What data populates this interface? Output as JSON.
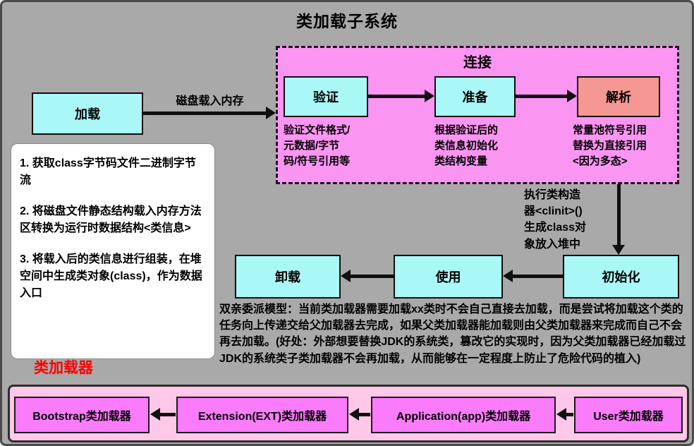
{
  "title": "类加载子系统",
  "flow": {
    "load_label": "加载",
    "disk_arrow_label": "磁盘载入内存",
    "clinit_note": "执行类构造\n器<clinit>()\n生成class对\n象放入堆中",
    "lifecycle": [
      {
        "label": "卸载"
      },
      {
        "label": "使用"
      },
      {
        "label": "初始化"
      }
    ]
  },
  "linking": {
    "title": "连接",
    "stages": [
      {
        "label": "验证",
        "desc": "验证文件格式/\n元数据/字节\n码/符号引用等"
      },
      {
        "label": "准备",
        "desc": "根据验证后的\n类信息初始化\n类结构变量"
      },
      {
        "label": "解析",
        "desc": "常量池符号引用\n替换为直接引用\n<因为多态>"
      }
    ]
  },
  "notes": {
    "items": [
      "1. 获取class字节码文件二进制字节流",
      "2. 将磁盘文件静态结构载入内存方法区转换为运行时数据结构<类信息>",
      "3. 将载入后的类信息进行组装，在堆空间中生成类对象(class)，作为数据入口"
    ]
  },
  "delegation_text": "双亲委派模型：当前类加载器需要加载xx类时不会自己直接去加载，而是尝试将加载这个类的任务向上传递交给父加载器去完成，如果父类加载器能加载则由父类加载器来完成而自己不会再去加载。(好处：外部想要替换JDK的系统类，篡改它的实现时，因为父类加载器已经加载过JDK的系统类子类加载器不会再加载，从而能够在一定程度上防止了危险代码的植入)",
  "classloaders": {
    "section_label": "类加载器",
    "items": [
      {
        "label": "Bootstrap类加载器"
      },
      {
        "label": "Extension(EXT)类加载器"
      },
      {
        "label": "Application(app)类加载器"
      },
      {
        "label": "User类加载器"
      }
    ]
  },
  "colors": {
    "background": "#a9a9a9",
    "stage_cyan": "#aaf7f7",
    "stage_salmon": "#f59792",
    "linking_pink": "#fb95f2",
    "loader_magenta": "#fa7cfa",
    "loader_tray_pink": "#ffc8e8",
    "accent_red": "#ff0000"
  }
}
